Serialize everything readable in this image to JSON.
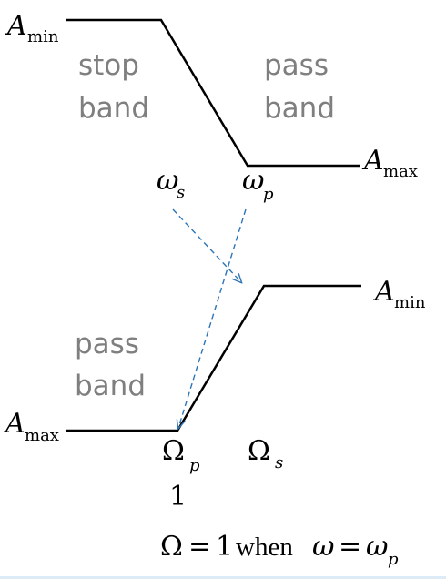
{
  "top": {
    "a_min": {
      "symbol": "A",
      "sub": "min"
    },
    "a_max": {
      "symbol": "A",
      "sub": "max"
    },
    "stop_band": [
      "stop",
      "band"
    ],
    "pass_band": [
      "pass",
      "band"
    ],
    "omega_s": {
      "symbol": "ω",
      "sub": "s"
    },
    "omega_p": {
      "symbol": "ω",
      "sub": "p"
    }
  },
  "bottom": {
    "a_min": {
      "symbol": "A",
      "sub": "min"
    },
    "a_max": {
      "symbol": "A",
      "sub": "max"
    },
    "pass_band": [
      "pass",
      "band"
    ],
    "Omega_p": {
      "symbol": "Ω",
      "sub": "p"
    },
    "Omega_s": {
      "symbol": "Ω",
      "sub": "s"
    },
    "one": "1"
  },
  "caption": {
    "lhs_symbol": "Ω",
    "equals1": "=",
    "one": "1",
    "when": "when",
    "omega": "ω",
    "equals2": "=",
    "omega_p_symbol": "ω",
    "omega_p_sub": "p"
  },
  "colors": {
    "band_text": "#7f7f7f",
    "arrow": "#2e75b6",
    "line": "#000000"
  }
}
